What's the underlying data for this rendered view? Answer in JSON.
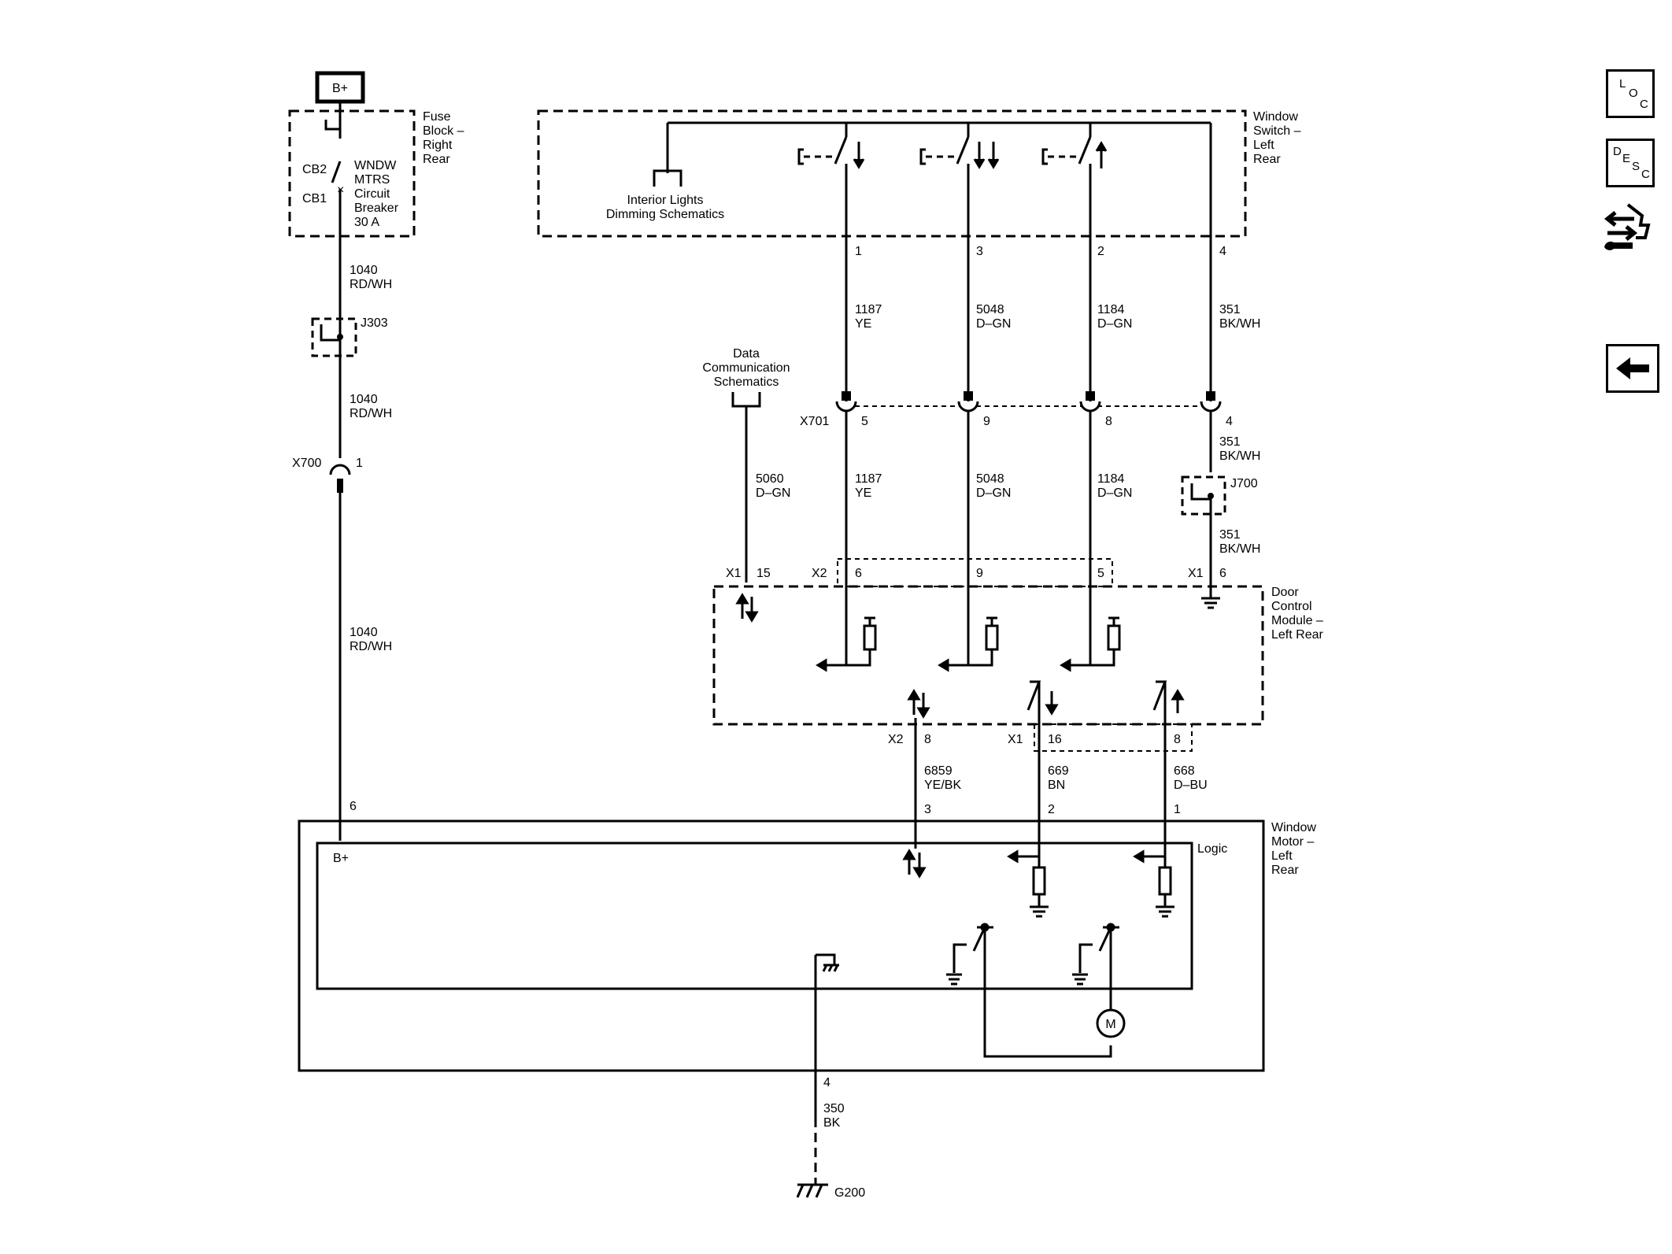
{
  "nav": {
    "loc": {
      "l1": "L",
      "l2": "O",
      "l3": "C"
    },
    "desc": {
      "l1": "D",
      "l2": "E",
      "l3": "S",
      "l4": "C"
    },
    "tools_icon": "wrench-icon",
    "back_icon": "back-arrow-icon"
  },
  "power": {
    "label": "B+"
  },
  "fuse_block": {
    "title": [
      "Fuse",
      "Block –",
      "Right",
      "Rear"
    ],
    "cb2": "CB2",
    "cb1": "CB1",
    "breaker": [
      "WNDW",
      "MTRS",
      "Circuit",
      "Breaker",
      "30 A"
    ]
  },
  "left_wire": {
    "w1": [
      "1040",
      "RD/WH"
    ],
    "splice": "J303",
    "w2": [
      "1040",
      "RD/WH"
    ],
    "connector": "X700",
    "pin": "1",
    "w3": [
      "1040",
      "RD/WH"
    ],
    "motor_pin": "6"
  },
  "window_switch": {
    "title": [
      "Window",
      "Switch –",
      "Left",
      "Rear"
    ],
    "ref": [
      "Interior Lights",
      "Dimming Schematics"
    ]
  },
  "switch_pins": [
    "1",
    "3",
    "2",
    "4"
  ],
  "switch_wires": [
    [
      "1187",
      "YE"
    ],
    [
      "5048",
      "D–GN"
    ],
    [
      "1184",
      "D–GN"
    ],
    [
      "351",
      "BK/WH"
    ]
  ],
  "x701": {
    "connector": "X701",
    "pins": [
      "5",
      "9",
      "8",
      "4"
    ]
  },
  "mid_wires": [
    [
      "1187",
      "YE"
    ],
    [
      "5048",
      "D–GN"
    ],
    [
      "1184",
      "D–GN"
    ]
  ],
  "ground_chain": {
    "w1": [
      "351",
      "BK/WH"
    ],
    "splice": "J700",
    "w2": [
      "351",
      "BK/WH"
    ]
  },
  "data_ref": {
    "label": [
      "Data",
      "Communication",
      "Schematics"
    ],
    "wire": [
      "5060",
      "D–GN"
    ]
  },
  "dcm": {
    "title": [
      "Door",
      "Control",
      "Module –",
      "Left Rear"
    ],
    "top": {
      "x1a": "X1",
      "p15": "15",
      "x2": "X2",
      "p6": "6",
      "p9": "9",
      "p5": "5",
      "x1b": "X1",
      "p6b": "6"
    },
    "bottom": {
      "x2": "X2",
      "p8": "8",
      "x1": "X1",
      "p16": "16",
      "p8b": "8"
    }
  },
  "bottom_wires": [
    [
      "6859",
      "YE/BK"
    ],
    [
      "669",
      "BN"
    ],
    [
      "668",
      "D–BU"
    ]
  ],
  "motor_pins": [
    "3",
    "2",
    "1"
  ],
  "motor": {
    "title": [
      "Window",
      "Motor –",
      "Left",
      "Rear"
    ],
    "logic": "Logic",
    "bplus": "B+",
    "m": "M"
  },
  "ground": {
    "pin": "4",
    "wire": [
      "350",
      "BK"
    ],
    "name": "G200"
  }
}
